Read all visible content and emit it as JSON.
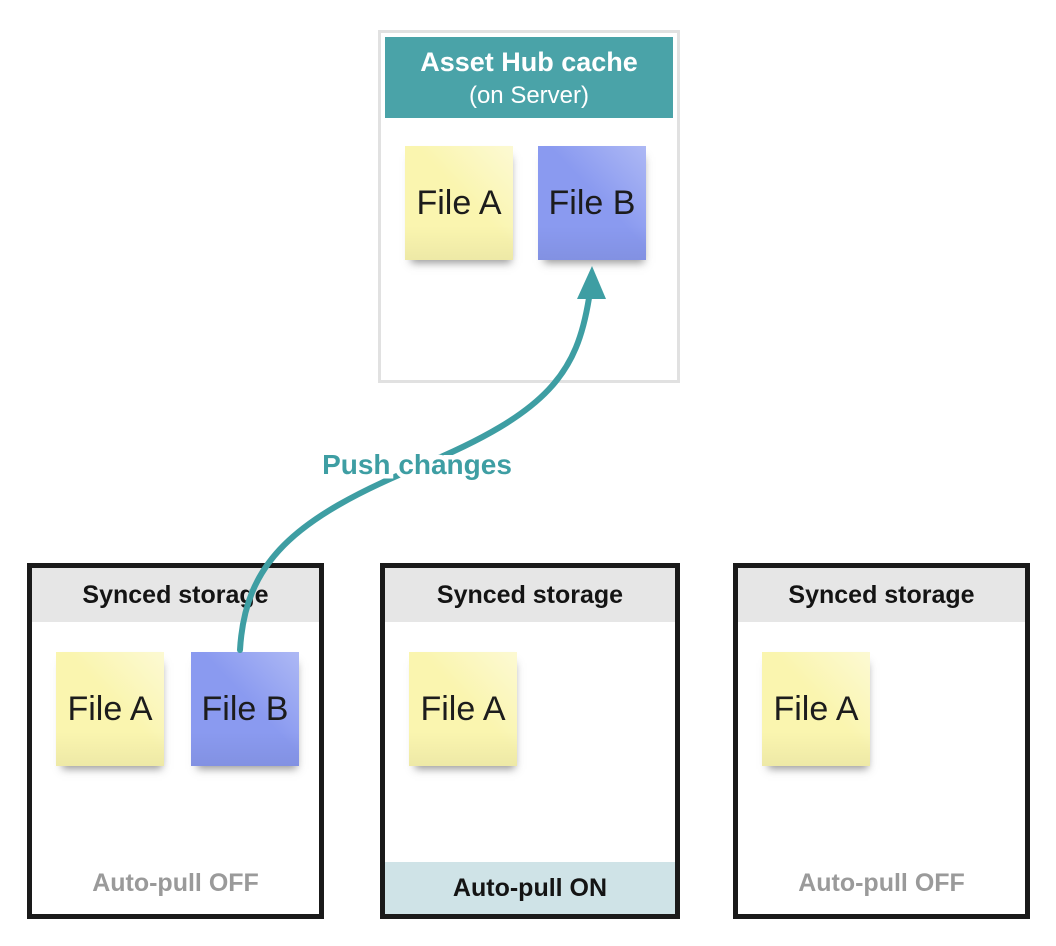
{
  "colors": {
    "teal": "#4aa3a8",
    "arrow": "#3e9ea3",
    "note_yellow": "#faf5af",
    "note_blue": "#8a9af0",
    "header_gray": "#e6e6e6",
    "on_bg": "#cfe3e7",
    "off_text": "#9a9a9a",
    "box_border": "#1a1a1a"
  },
  "server_box": {
    "title": "Asset Hub cache",
    "subtitle": "(on Server)",
    "files": [
      {
        "label": "File A",
        "color": "yellow"
      },
      {
        "label": "File B",
        "color": "blue"
      }
    ]
  },
  "arrow": {
    "label": "Push changes"
  },
  "storages": [
    {
      "title": "Synced storage",
      "files": [
        {
          "label": "File A",
          "color": "yellow"
        },
        {
          "label": "File B",
          "color": "blue"
        }
      ],
      "footer": "Auto-pull OFF",
      "auto_pull": "off"
    },
    {
      "title": "Synced storage",
      "files": [
        {
          "label": "File A",
          "color": "yellow"
        }
      ],
      "footer": "Auto-pull ON",
      "auto_pull": "on"
    },
    {
      "title": "Synced storage",
      "files": [
        {
          "label": "File A",
          "color": "yellow"
        }
      ],
      "footer": "Auto-pull OFF",
      "auto_pull": "off"
    }
  ]
}
